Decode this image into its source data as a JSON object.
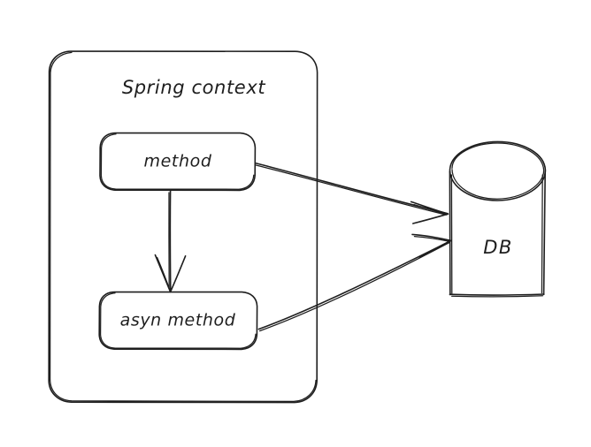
{
  "diagram": {
    "title": "Spring context async method database diagram",
    "background_color": "#ffffff",
    "stroke_color": "#1e1e1e",
    "container": {
      "label": "Spring context"
    },
    "nodes": [
      {
        "id": "method",
        "label": "method",
        "shape": "rounded-rectangle"
      },
      {
        "id": "asyn-method",
        "label": "asyn method",
        "shape": "rounded-rectangle"
      },
      {
        "id": "db",
        "label": "DB",
        "shape": "cylinder"
      }
    ],
    "edges": [
      {
        "id": "method-to-asyn",
        "from": "method",
        "to": "asyn method",
        "arrow": "down"
      },
      {
        "id": "method-to-db",
        "from": "method",
        "to": "DB",
        "arrow": "right-down"
      },
      {
        "id": "asyn-to-db",
        "from": "asyn method",
        "to": "DB",
        "arrow": "right-up"
      }
    ]
  }
}
